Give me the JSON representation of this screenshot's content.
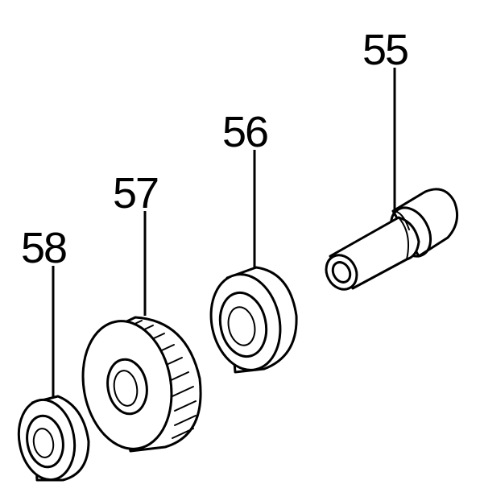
{
  "parts": [
    {
      "id": "55",
      "label": "55"
    },
    {
      "id": "56",
      "label": "56"
    },
    {
      "id": "57",
      "label": "57"
    },
    {
      "id": "58",
      "label": "58"
    }
  ],
  "colors": {
    "line": "#000000",
    "background": "#ffffff"
  }
}
